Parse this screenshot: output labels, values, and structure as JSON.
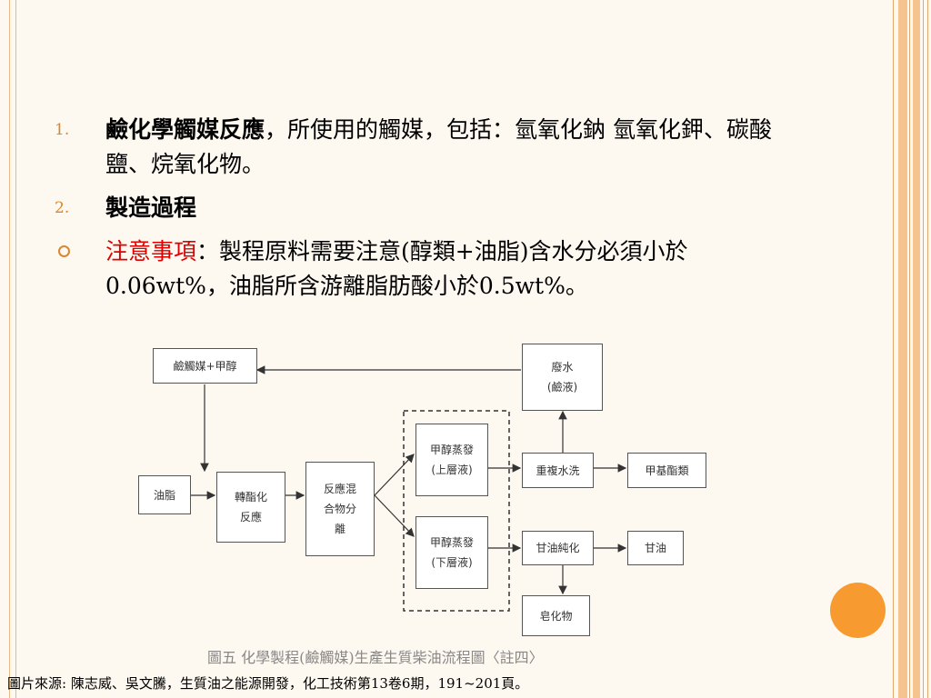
{
  "bullets": [
    {
      "marker": "1.",
      "highlight": "鹼化學觸媒反應",
      "text": "，所使用的觸媒，包括：氫氧化鈉 氫氧化鉀、碳酸鹽、烷氧化物。"
    },
    {
      "marker": "2.",
      "highlight": "製造過程",
      "text": ""
    },
    {
      "marker": "ring",
      "highlight": "注意事項",
      "text": "：製程原料需要注意(醇類+油脂)含水分必須小於0.06wt%，油脂所含游離脂肪酸小於0.5wt%。"
    }
  ],
  "diagram": {
    "boxes": {
      "catalyst": "鹼觸媒+甲醇",
      "waste_water_1": "廢水",
      "waste_water_2": "(鹼液)",
      "oil": "油脂",
      "transester_1": "轉酯化",
      "transester_2": "反應",
      "separation_1": "反應混",
      "separation_2": "合物分",
      "separation_3": "離",
      "evap_upper_1": "甲醇蒸發",
      "evap_upper_2": "(上層液)",
      "evap_lower_1": "甲醇蒸發",
      "evap_lower_2": "(下層液)",
      "wash": "重複水洗",
      "methyl_ester": "甲基酯類",
      "glycerol_purify": "甘油純化",
      "glycerol": "甘油",
      "soap": "皂化物"
    },
    "caption": "圖五 化學製程(鹼觸媒)生產生質柴油流程圖〈註四〉"
  },
  "source": "圖片來源: 陳志威、吳文騰，生質油之能源開發，化工技術第13卷6期，191~201頁。",
  "colors": {
    "accent": "#d9872e",
    "highlight_red": "#e00000",
    "decor_circle": "#f79a2f"
  }
}
